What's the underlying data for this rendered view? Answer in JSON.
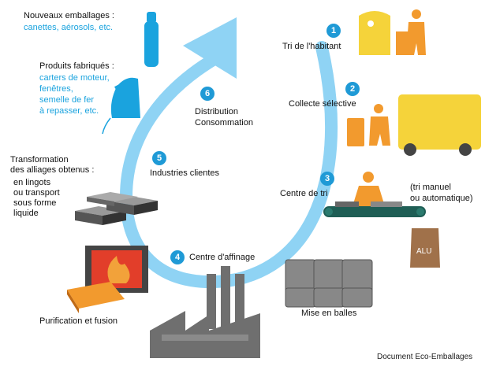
{
  "steps": [
    {
      "num": "1",
      "label": "Tri de l'habitant"
    },
    {
      "num": "2",
      "label": "Collecte sélective"
    },
    {
      "num": "3",
      "label": "Centre de tri"
    },
    {
      "num": "4",
      "label": "Centre d'affinage"
    },
    {
      "num": "5",
      "label": "Industries clientes"
    },
    {
      "num": "6",
      "label_line1": "Distribution",
      "label_line2": "Consommation"
    }
  ],
  "tri_note": {
    "line1": "(tri manuel",
    "line2": "ou automatique)"
  },
  "alu_label": "ALU",
  "mise_en_balles": "Mise en balles",
  "purification": "Purification et fusion",
  "transformation": {
    "lines": [
      "Transformation",
      "des alliages obtenus :",
      "en lingots",
      "ou transport",
      "sous forme",
      "liquide"
    ]
  },
  "produits": {
    "title": "Produits fabriqués :",
    "items": [
      "carters de moteur,",
      "fenêtres,",
      "semelle de fer",
      "à repasser, etc."
    ]
  },
  "emballages": {
    "title": "Nouveaux emballages :",
    "items": [
      "canettes, aérosols, etc."
    ]
  },
  "credit": "Document Eco-Emballages",
  "colors": {
    "arrow": "#8fd3f4",
    "accent_blue": "#1aa3de",
    "badge": "#1f9ad6",
    "yellow": "#f5d33a",
    "orange": "#f29a2e",
    "grey": "#6f6f6f"
  }
}
